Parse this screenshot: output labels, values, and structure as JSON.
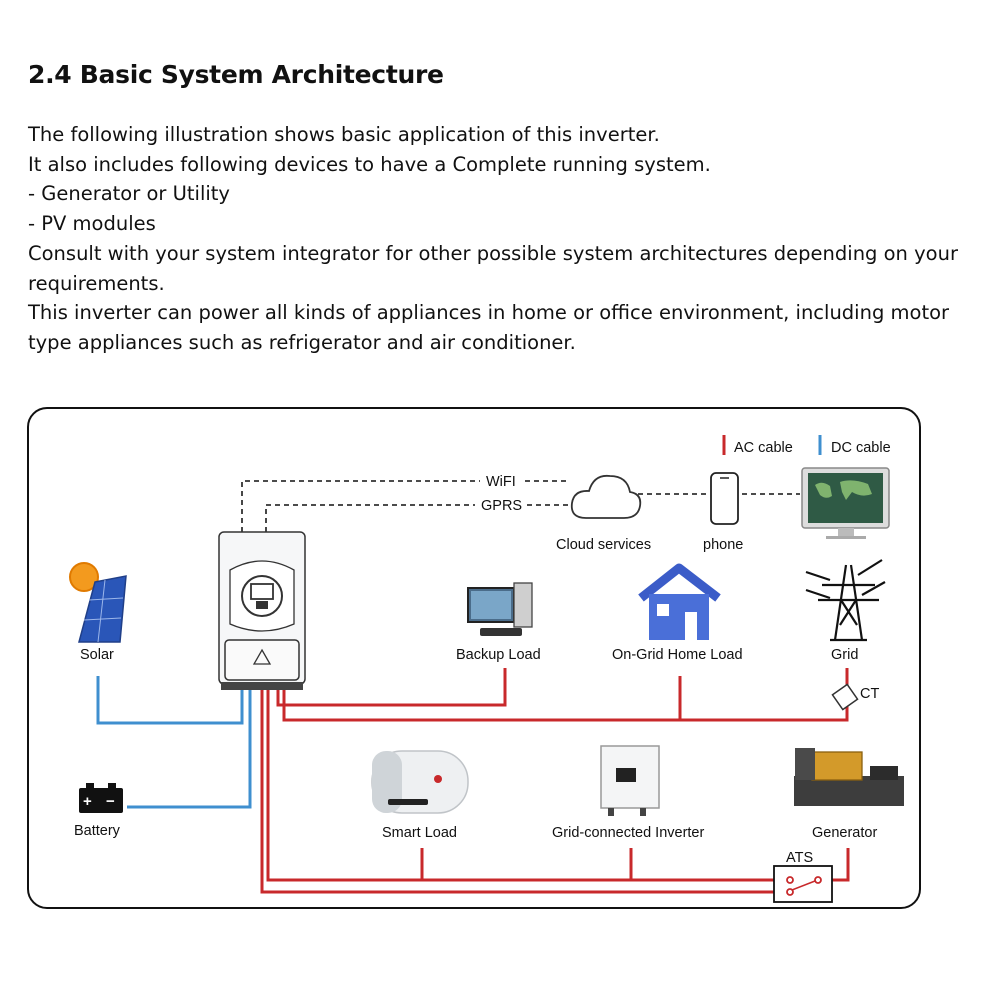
{
  "section": {
    "heading": "2.4 Basic System Architecture"
  },
  "intro": {
    "lines": [
      "The following illustration shows basic application of this inverter.",
      "It also includes following devices to have a Complete running system.",
      "- Generator or Utility",
      "- PV modules",
      "Consult with your system integrator for other possible system architectures depending on your requirements.",
      "This inverter can power all kinds of appliances in home or office environment, including motor type appliances such as refrigerator and air conditioner."
    ]
  },
  "legend": {
    "ac": "AC cable",
    "dc": "DC cable"
  },
  "links": {
    "wifi": "WiFI",
    "gprs": "GPRS"
  },
  "devices": {
    "solar": "Solar",
    "battery": "Battery",
    "cloud": "Cloud services",
    "phone": "phone",
    "backup": "Backup Load",
    "ongrid": "On-Grid Home Load",
    "grid": "Grid",
    "ct": "CT",
    "smart": "Smart Load",
    "gridinv": "Grid-connected Inverter",
    "generator": "Generator",
    "ats": "ATS"
  },
  "colors": {
    "ac": "#c8292b",
    "dc": "#3f8fcf",
    "monitor_screen": "#2f5a45",
    "house": "#4a6fd8"
  },
  "icons": {
    "battery_plus": "+",
    "battery_minus": "−"
  }
}
